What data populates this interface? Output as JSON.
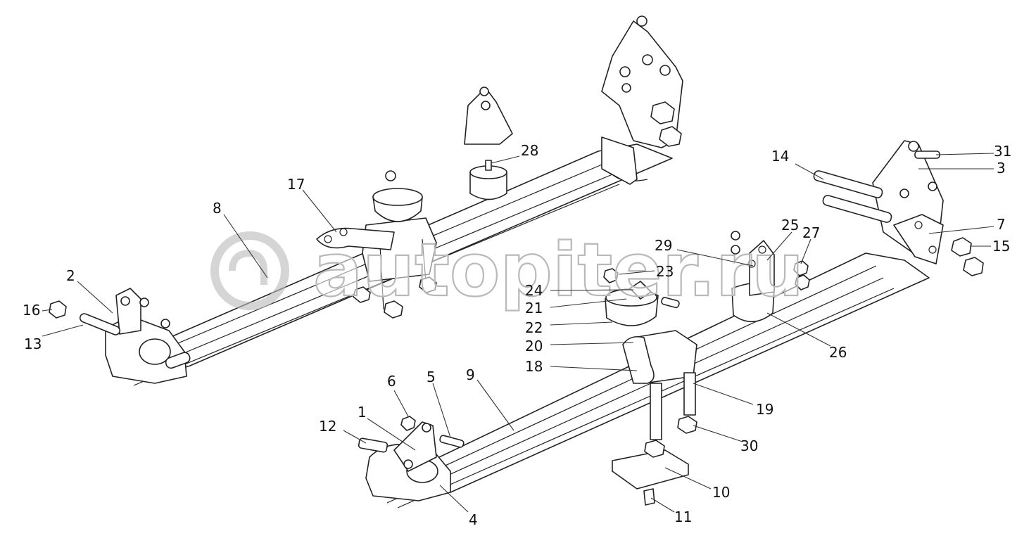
{
  "watermark": {
    "text": "autopiter.ru",
    "logo": "autopiter-logo-icon"
  },
  "callouts": [
    {
      "num": "1"
    },
    {
      "num": "2"
    },
    {
      "num": "3"
    },
    {
      "num": "4"
    },
    {
      "num": "5"
    },
    {
      "num": "6"
    },
    {
      "num": "7"
    },
    {
      "num": "8"
    },
    {
      "num": "9"
    },
    {
      "num": "10"
    },
    {
      "num": "11"
    },
    {
      "num": "12"
    },
    {
      "num": "13"
    },
    {
      "num": "14"
    },
    {
      "num": "15"
    },
    {
      "num": "16"
    },
    {
      "num": "17"
    },
    {
      "num": "18"
    },
    {
      "num": "19"
    },
    {
      "num": "20"
    },
    {
      "num": "21"
    },
    {
      "num": "22"
    },
    {
      "num": "23"
    },
    {
      "num": "24"
    },
    {
      "num": "25"
    },
    {
      "num": "26"
    },
    {
      "num": "27"
    },
    {
      "num": "28"
    },
    {
      "num": "29"
    },
    {
      "num": "30"
    },
    {
      "num": "31"
    }
  ],
  "colors": {
    "line": "#222222",
    "watermark": "#b9b9b9",
    "background": "#ffffff"
  }
}
